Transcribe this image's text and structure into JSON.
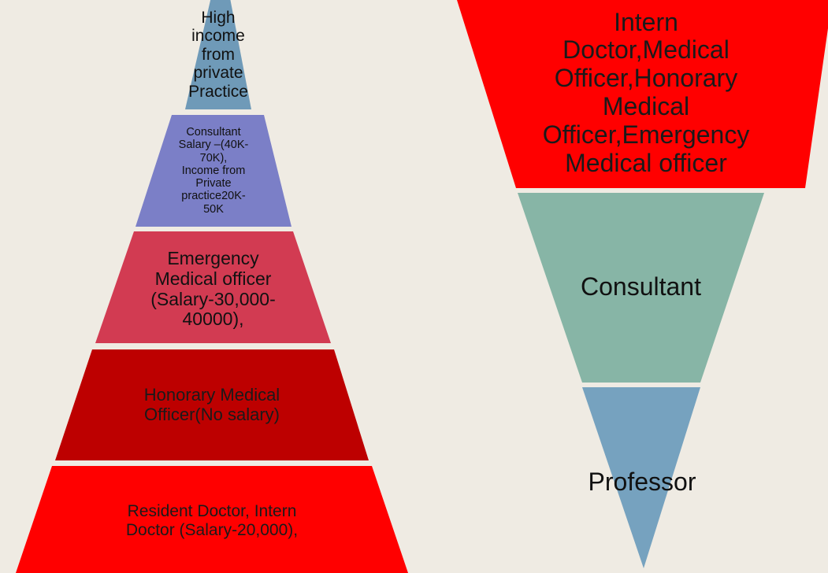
{
  "left_pyramid": {
    "tiers": [
      {
        "lines": [
          "High",
          "income",
          "from",
          "private",
          "Practice"
        ],
        "color": "#6f9ab8",
        "text_color": "#111111"
      },
      {
        "lines": [
          "Consultant",
          "Salary –(40K-",
          "70K),",
          "Income from",
          "Private",
          "practice20K-",
          "50K"
        ],
        "color": "#7b7fc7",
        "text_color": "#111111"
      },
      {
        "lines": [
          "Emergency",
          "Medical officer",
          "(Salary-30,000-",
          "40000),"
        ],
        "color": "#d23b52",
        "text_color": "#111111"
      },
      {
        "lines": [
          "Honorary Medical",
          "Officer(No salary)"
        ],
        "color": "#bd0000",
        "text_color": "#1a1a1a"
      },
      {
        "lines": [
          "Resident Doctor, Intern",
          "Doctor (Salary-20,000),"
        ],
        "color": "#ff0000",
        "text_color": "#1a1a1a"
      }
    ]
  },
  "right_funnel": {
    "tiers": [
      {
        "lines": [
          "Intern",
          "Doctor,Medical",
          "Officer,Honorary",
          "Medical",
          "Officer,Emergency",
          "Medical officer"
        ],
        "color": "#ff0000",
        "text_color": "#1a1a1a"
      },
      {
        "lines": [
          "Consultant"
        ],
        "color": "#87b5a6",
        "text_color": "#111111"
      },
      {
        "lines": [
          "Professor"
        ],
        "color": "#76a2bf",
        "text_color": "#111111"
      }
    ]
  }
}
